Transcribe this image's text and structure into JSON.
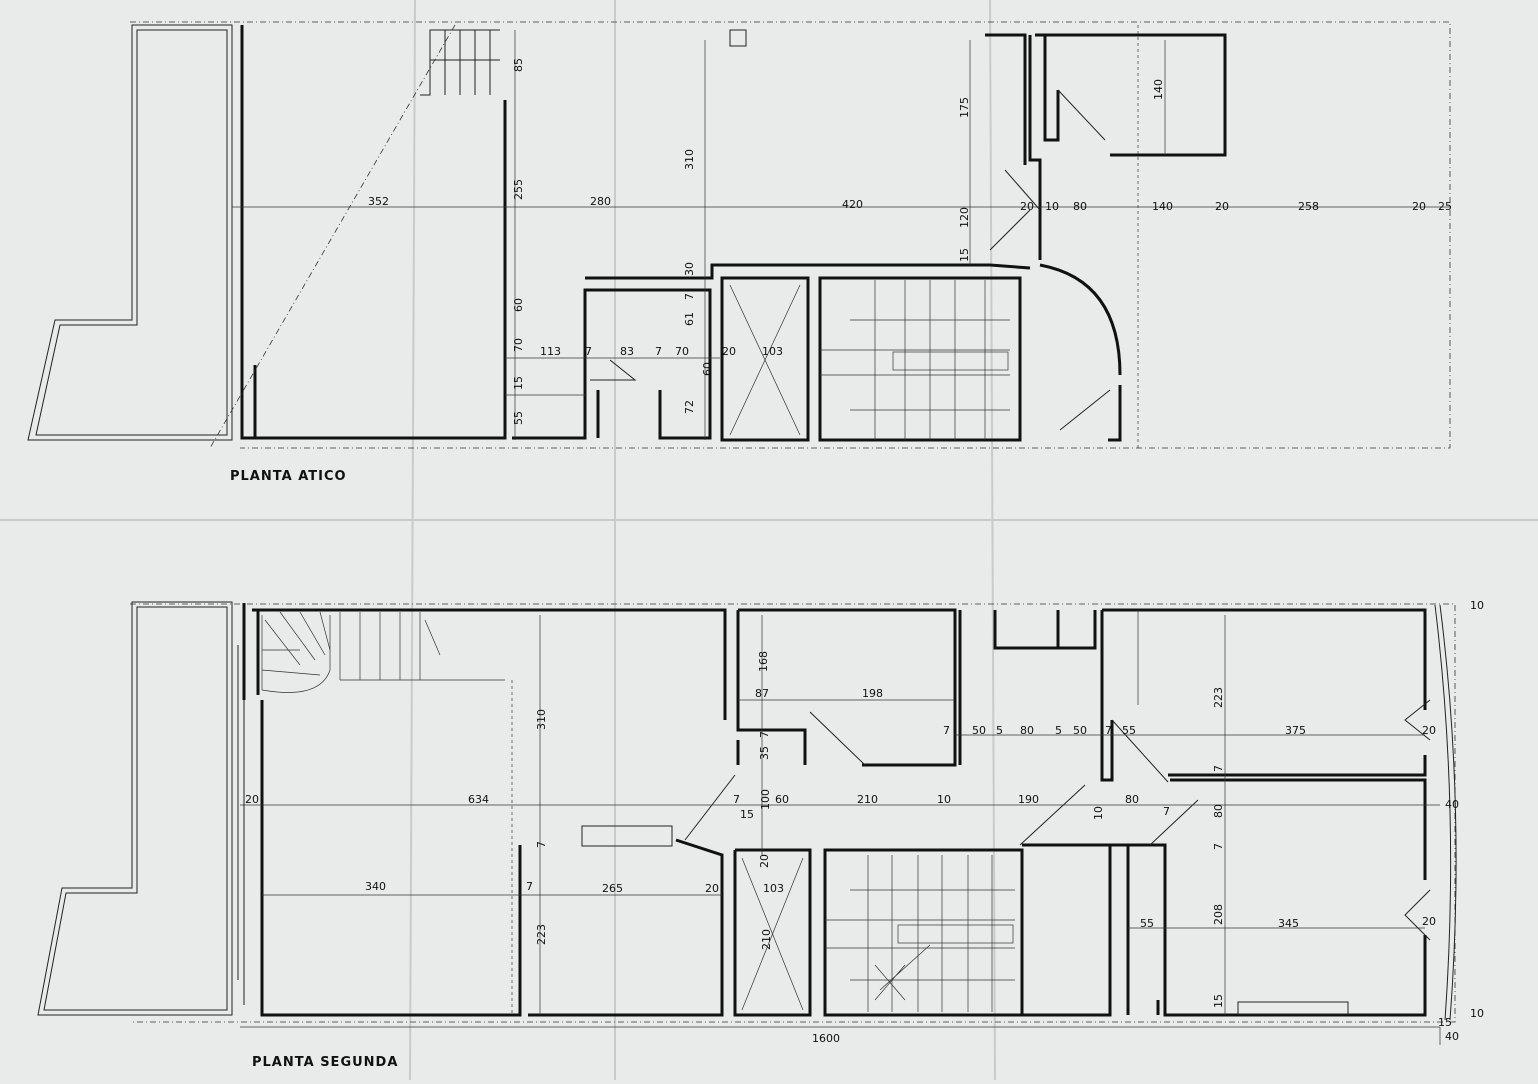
{
  "titles": {
    "attic": "PLANTA ATICO",
    "second": "PLANTA SEGUNDA"
  },
  "attic_dims": {
    "h1": "352",
    "h2": "280",
    "h3": "420",
    "h4": "20",
    "h5": "10",
    "h6": "80",
    "h7": "140",
    "h8": "20",
    "h9": "258",
    "h10": "20",
    "h11": "25",
    "v85": "85",
    "v255": "255",
    "v60": "60",
    "v70": "70",
    "v15": "15",
    "v55": "55",
    "v310": "310",
    "v30": "30",
    "v7": "7",
    "v61": "61",
    "v60b": "60",
    "v72": "72",
    "v175": "175",
    "v120": "120",
    "v15b": "15",
    "v140": "140",
    "r113": "113",
    "r7a": "7",
    "r83": "83",
    "r7b": "7",
    "r70": "70",
    "r20": "20",
    "r103": "103"
  },
  "second_dims": {
    "a168": "168",
    "a87": "87",
    "a198": "198",
    "a310": "310",
    "b7": "7",
    "b50": "50",
    "b5": "5",
    "b80": "80",
    "b5b": "5",
    "b50b": "50",
    "b7b": "7",
    "b55": "55",
    "b375": "375",
    "b20": "20",
    "c7": "7",
    "c35": "35",
    "c223top": "223",
    "c7b": "7",
    "m20": "20",
    "m634": "634",
    "m7": "7",
    "m15": "15",
    "m100": "100",
    "m60": "60",
    "m210": "210",
    "m10": "10",
    "m190": "190",
    "m10b": "10",
    "m80": "80",
    "m7b": "7",
    "m80b": "80",
    "m40": "40",
    "l7": "7",
    "l340": "340",
    "l7b": "7",
    "l265": "265",
    "l20": "20",
    "l20b": "20",
    "l103": "103",
    "l223": "223",
    "l210": "210",
    "l7c": "7",
    "r55": "55",
    "r208": "208",
    "r345": "345",
    "r20": "20",
    "r15": "15",
    "total": "1600",
    "side10a": "10",
    "side10b": "10",
    "side15": "15",
    "side40": "40"
  }
}
